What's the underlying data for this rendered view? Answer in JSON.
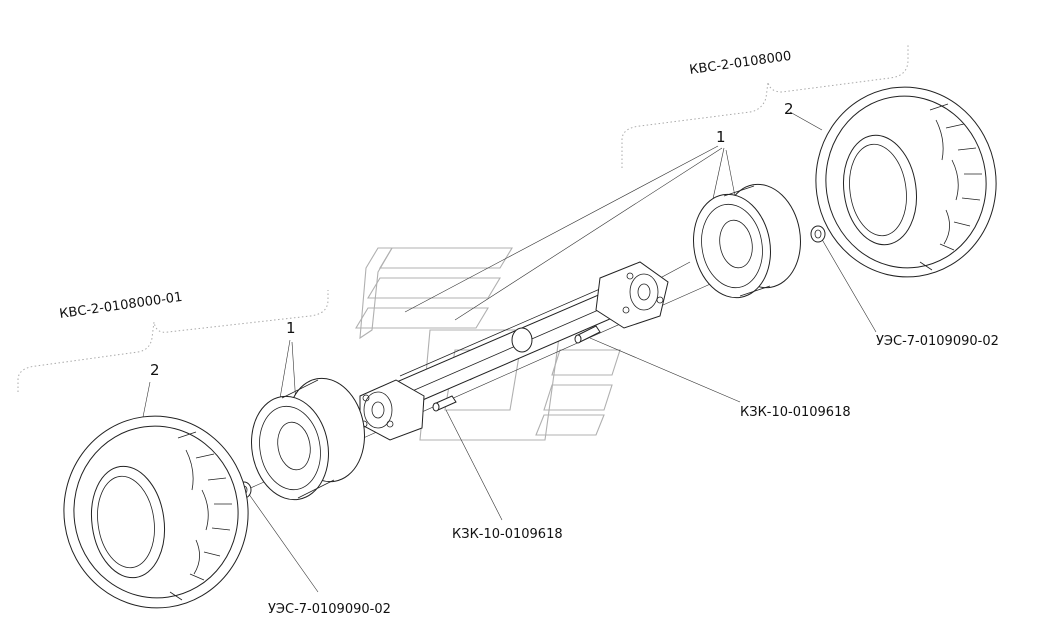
{
  "labels": {
    "assembly_right": "КВС-2-0108000",
    "assembly_left": "КВС-2-0108000-01",
    "nut_right": "УЭС-7-0109090-02",
    "nut_left": "УЭС-7-0109090-02",
    "stud_right": "КЗК-10-0109618",
    "stud_left": "КЗК-10-0109618"
  },
  "callouts": {
    "rim_right": "1",
    "rim_left": "1",
    "tire_right": "2",
    "tire_left": "2"
  }
}
